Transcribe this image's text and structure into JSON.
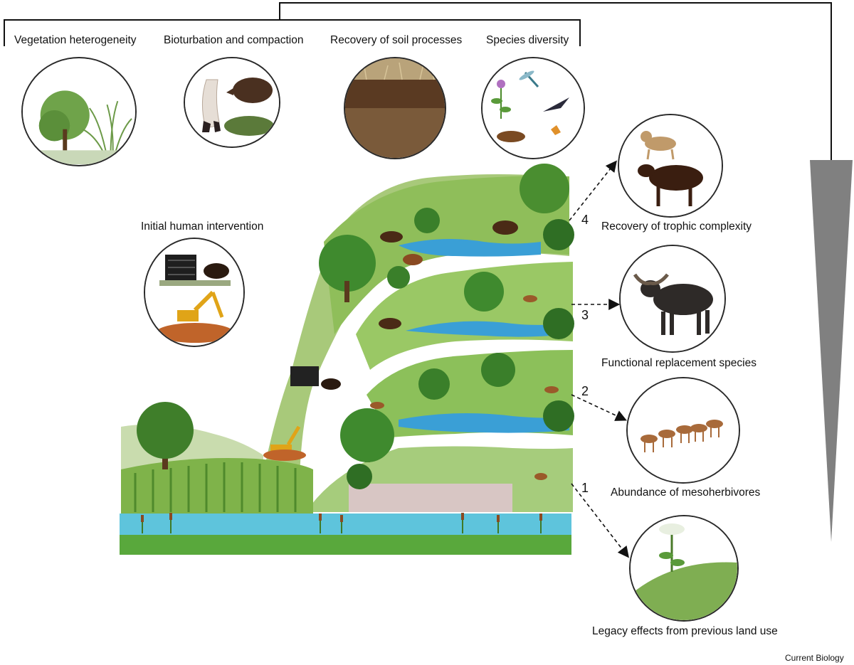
{
  "top_labels": {
    "vegetation": "Vegetation heterogeneity",
    "bioturbation": "Bioturbation and compaction",
    "soil": "Recovery of soil processes",
    "diversity": "Species diversity"
  },
  "intervention_label": "Initial human intervention",
  "stages": [
    {
      "number": "4",
      "label": "Recovery of trophic complexity"
    },
    {
      "number": "3",
      "label": "Functional replacement species"
    },
    {
      "number": "2",
      "label": "Abundance of mesoherbivores"
    },
    {
      "number": "1",
      "label": "Legacy effects from previous land use"
    }
  ],
  "credit": "Current Biology",
  "colors": {
    "grass": "#9cc46a",
    "dark_grass": "#5e9a3a",
    "water": "#3a9fd6",
    "wedge": "#808080",
    "line": "#111111"
  },
  "icons": {
    "vegetation": "shrub-and-grass-icon",
    "bioturbation": "wild-boar-and-hoof-icon",
    "soil": "soil-profile-icon",
    "diversity": "wildlife-icon",
    "intervention": "truck-and-excavator-icon",
    "stage4": "lynx-and-cow-icon",
    "stage3": "water-buffalo-icon",
    "stage2": "deer-herd-icon",
    "stage1": "hogweed-on-hill-icon"
  }
}
